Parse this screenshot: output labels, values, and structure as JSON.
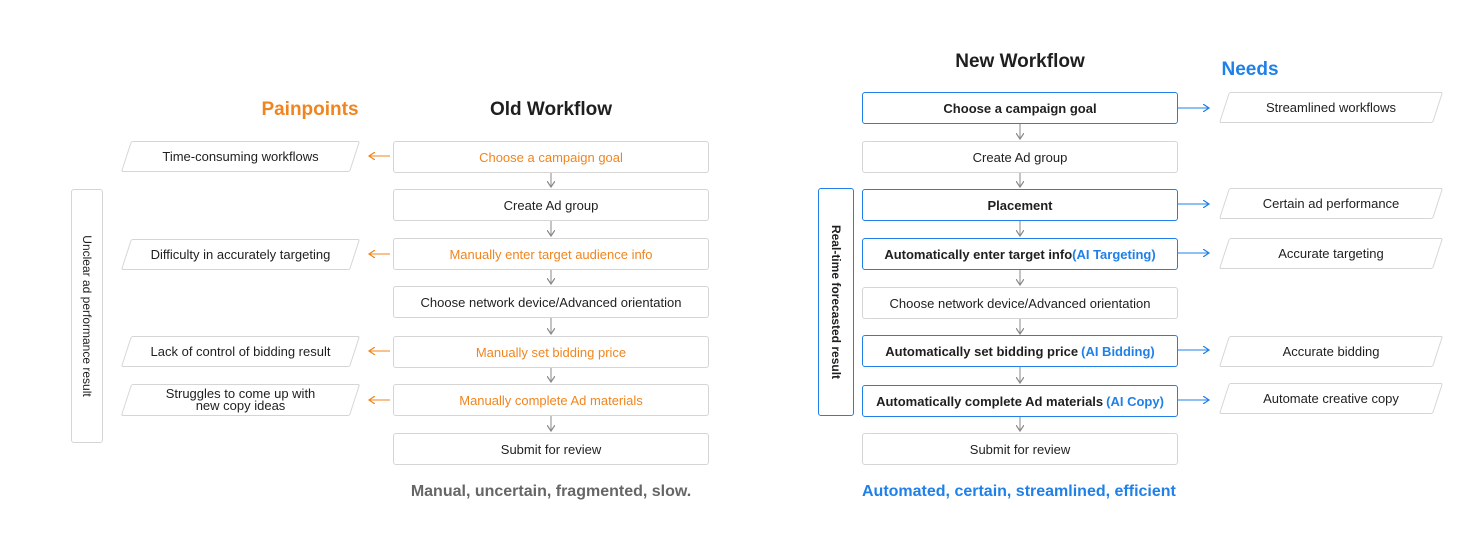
{
  "old_workflow": {
    "painpoints_title": "Painpoints",
    "title": "Old Workflow",
    "steps": [
      {
        "label": "Choose a campaign  goal",
        "highlight": true
      },
      {
        "label": "Create Ad group",
        "highlight": false
      },
      {
        "label": "Manually enter target audience info",
        "highlight": true
      },
      {
        "label": "Choose network device/Advanced orientation",
        "highlight": false
      },
      {
        "label": "Manually set bidding price",
        "highlight": true
      },
      {
        "label": "Manually complete Ad materials",
        "highlight": true
      },
      {
        "label": "Submit for review",
        "highlight": false
      }
    ],
    "painpoints": [
      "Time-consuming workflows",
      "Difficulty in accurately targeting",
      "Lack of control of bidding result",
      "Struggles to come up with new copy ideas"
    ],
    "side_label": "Unclear ad performance result",
    "summary": "Manual, uncertain, fragmented, slow."
  },
  "new_workflow": {
    "title": "New Workflow",
    "needs_title": "Needs",
    "steps": [
      {
        "label": "Choose a campaign  goal",
        "ai": "",
        "highlight": true
      },
      {
        "label": "Create Ad group",
        "ai": "",
        "highlight": false
      },
      {
        "label": "Placement",
        "ai": "",
        "highlight": true
      },
      {
        "label": "Automatically enter target info",
        "ai": "(AI Targeting)",
        "highlight": true
      },
      {
        "label": "Choose network device/Advanced orientation",
        "ai": "",
        "highlight": false
      },
      {
        "label": "Automatically set bidding price",
        "ai": "(AI Bidding)",
        "highlight": true
      },
      {
        "label": "Automatically complete Ad materials",
        "ai": "(AI Copy)",
        "highlight": true
      },
      {
        "label": "Submit for review",
        "ai": "",
        "highlight": false
      }
    ],
    "needs": [
      "Streamlined workflows",
      "Certain ad performance",
      "Accurate targeting",
      "Accurate bidding",
      "Automate creative copy"
    ],
    "side_label": "Real-time forecasted result",
    "summary": "Automated, certain, streamlined, efficient"
  },
  "colors": {
    "orange": "#f0851f",
    "blue": "#1e80e8",
    "border": "#d5d5d5",
    "text": "#1f1f1f",
    "summary_gray": "#666666"
  }
}
